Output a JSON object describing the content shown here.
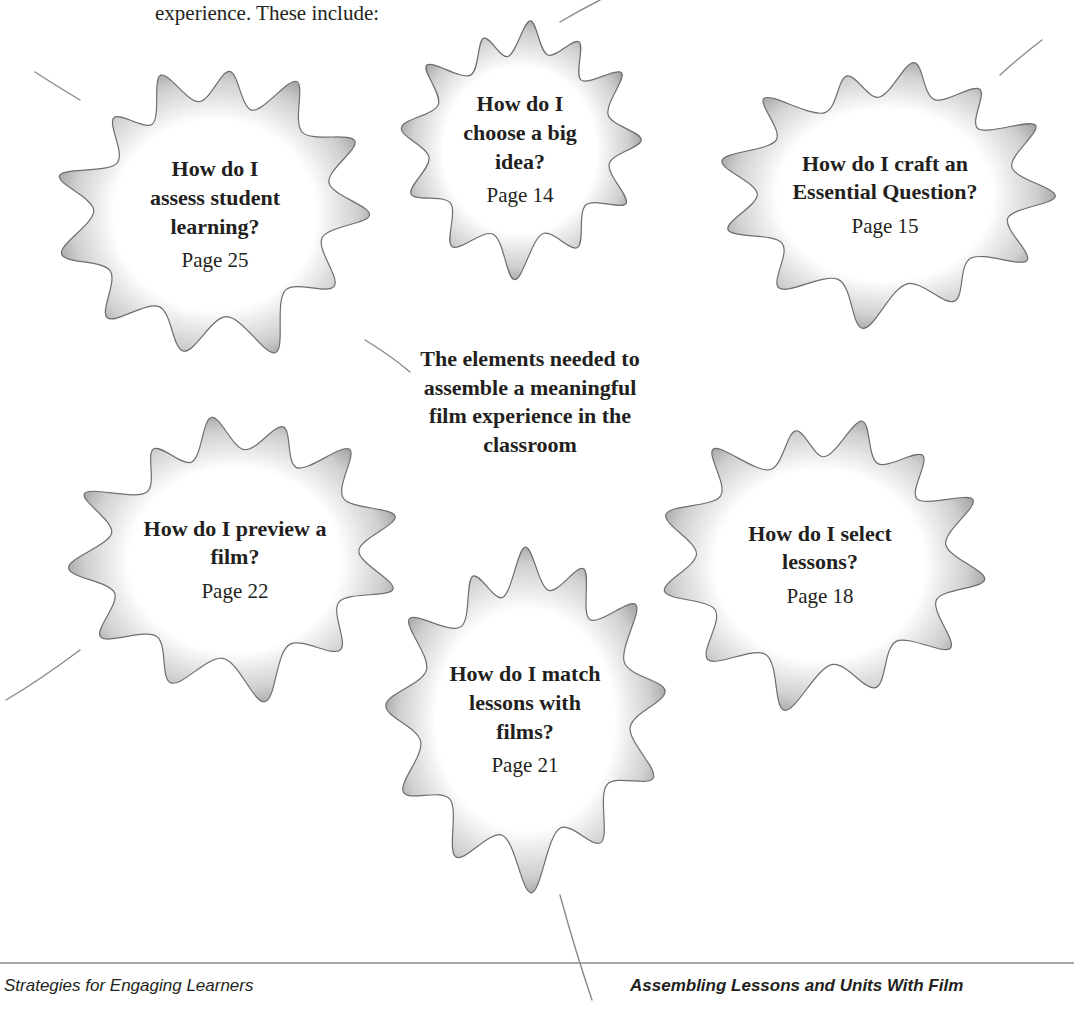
{
  "diagram": {
    "nodes": [
      {
        "text": [
          "How do I choose a big idea?",
          "Page 14"
        ]
      },
      {
        "text": [
          "How do I assess student learning?",
          "Page 25"
        ]
      },
      {
        "text": [
          "How do I craft an Essential Question?",
          "Page 15"
        ]
      },
      {
        "text": [
          "How do I preview a film?",
          "Page 22"
        ]
      },
      {
        "text": [
          "How do I select lessons?",
          "Page 18"
        ]
      },
      {
        "text": [
          "How do I match lessons with films?",
          "Page 21"
        ]
      }
    ],
    "labels": [
      "experience. These include:",
      "The elements needed to assemble a meaningful film experience in the classroom",
      "Strategies for Engaging Learners",
      "Assembling Lessons and Units With Film"
    ]
  }
}
